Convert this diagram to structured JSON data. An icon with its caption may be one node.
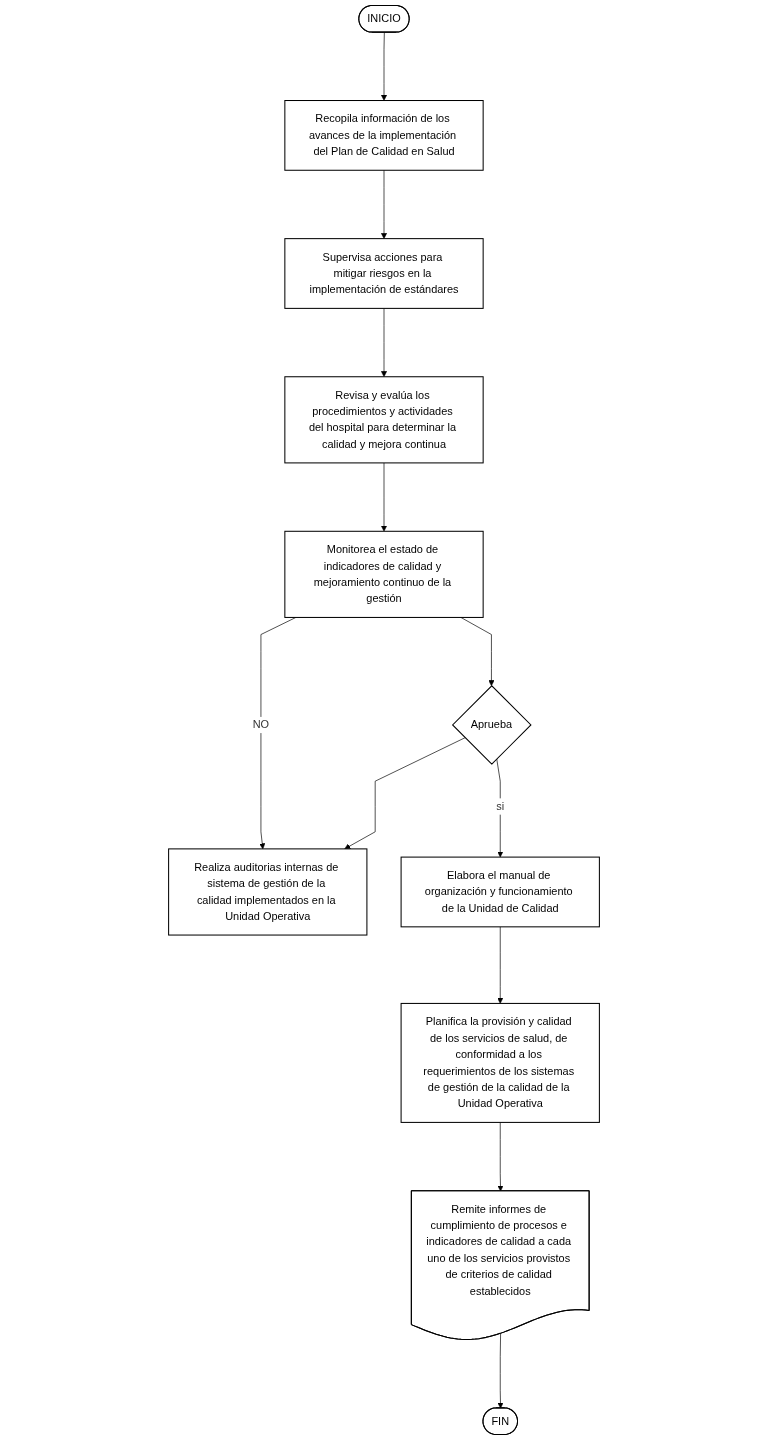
{
  "diagram": {
    "nodes": [
      {
        "text": [
          "INICIO"
        ]
      },
      {
        "text": [
          "Recopila información de los avances de la implementación del Plan de Calidad en Salud"
        ]
      },
      {
        "text": [
          "Supervisa acciones para mitigar riesgos en la implementación de estándares"
        ]
      },
      {
        "text": [
          "Revisa y evalúa los procedimientos y actividades del hospital para determinar la calidad y mejora continua"
        ]
      },
      {
        "text": [
          "Monitorea el estado de indicadores de calidad y mejoramiento continuo de la gestión"
        ]
      },
      {
        "text": [
          "Aprueba"
        ]
      },
      {
        "text": [
          "Realiza auditorias internas de sistema de gestión de la calidad implementados en la Unidad Operativa"
        ]
      },
      {
        "text": [
          "Elabora el manual de organización y funcionamiento de la Unidad de Calidad"
        ]
      },
      {
        "text": [
          "Planifica la provisión y calidad de los servicios de salud, de conformidad a los requerimientos de los sistemas de gestión de la calidad de la Unidad Operativa"
        ]
      },
      {
        "text": [
          "Remite informes de cumplimiento de procesos e indicadores de calidad a cada uno de los servicios provistos de criterios de calidad establecidos"
        ]
      },
      {
        "text": [
          "FIN"
        ]
      }
    ],
    "edges": [
      {
        "from": 0,
        "to": 1,
        "arrow": "to"
      },
      {
        "from": 1,
        "to": 2,
        "arrow": "to"
      },
      {
        "from": 2,
        "to": 3,
        "arrow": "to"
      },
      {
        "from": 3,
        "to": 4,
        "arrow": "to"
      },
      {
        "from": 4,
        "to": 6,
        "arrow": "to",
        "label": "NO"
      },
      {
        "from": 4,
        "to": 5,
        "arrow": "to"
      },
      {
        "from": 5,
        "to": 6,
        "arrow": "to"
      },
      {
        "from": 5,
        "to": 7,
        "arrow": "to",
        "label": "si"
      },
      {
        "from": 7,
        "to": 8,
        "arrow": "to"
      },
      {
        "from": 8,
        "to": 9,
        "arrow": "to"
      },
      {
        "from": 9,
        "to": 10,
        "arrow": "to"
      }
    ]
  }
}
